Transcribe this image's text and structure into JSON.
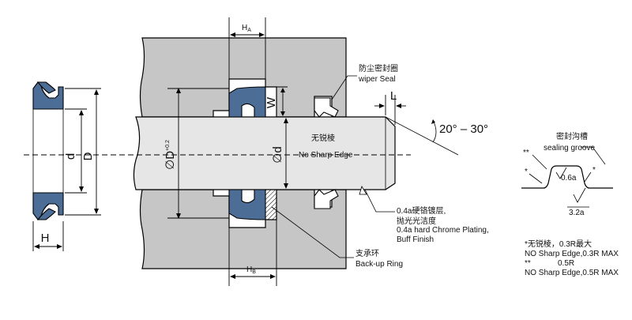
{
  "diagram": {
    "dims": {
      "ha_main": "H",
      "ha_sub": "A",
      "hb_main": "H",
      "hb_sub": "B",
      "w": "W",
      "l": "L",
      "d_small": "d",
      "d_big": "D",
      "h": "H",
      "phi_D": "∅D",
      "phi_D_tol": "+0.2",
      "phi_d": "∅d",
      "angle": "20° – 30°"
    },
    "labels": {
      "wiper_zh": "防尘密封圈",
      "wiper_en": "wiper Seal",
      "no_sharp_zh": "无锐棱",
      "no_sharp_en": "No Sharp Edge",
      "plating_zh": "0.4a硬铬镀层,",
      "plating_zh2": "抛光光洁度",
      "plating_en": "0.4a hard Chrome Plating,",
      "plating_en2": "Buff Finish",
      "backup_zh": "支承环",
      "backup_en": "Back-up Ring",
      "groove_zh": "密封沟槽",
      "groove_en": "sealing groove",
      "rough1": "0.6a",
      "rough2": "3.2a",
      "mark_double": "**",
      "mark_single_l": "*",
      "mark_single_r": "*"
    },
    "notes": {
      "n1_zh": "*无锐棱，0.3R最大",
      "n1_en": "NO Sharp Edge,0.3R MAX",
      "n2_mark": "**",
      "n2_val": "0.5R",
      "n2_en": "NO Sharp Edge,0.5R MAX"
    },
    "colors": {
      "seal": "#4b6d96",
      "body": "#c6c6c6"
    }
  }
}
